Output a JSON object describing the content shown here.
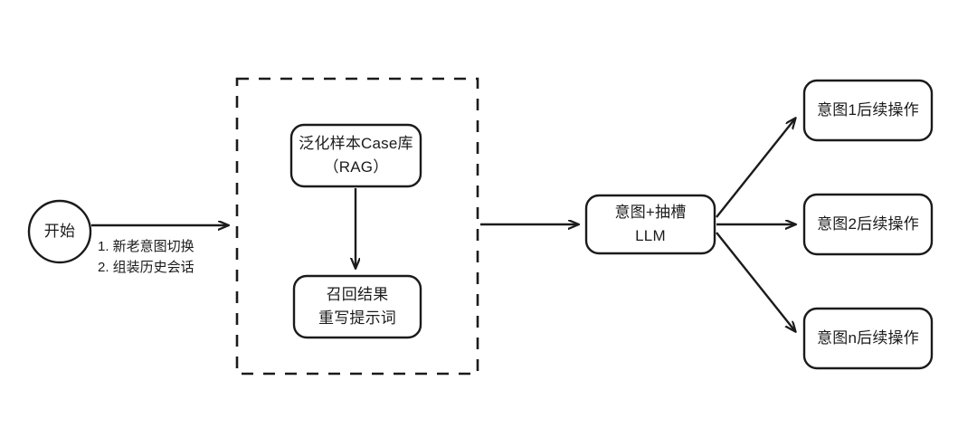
{
  "diagram": {
    "title": "intent-slot-llm-rag-flowchart",
    "background_color": "#ffffff",
    "stroke_color": "#1b1b1b",
    "text_color": "#1b1b1b",
    "nodes": {
      "start": {
        "shape": "circle",
        "label": "开始"
      },
      "rag_case_library": {
        "shape": "rounded-rect",
        "line1": "泛化样本Case库",
        "line2": "（RAG）"
      },
      "recall_rewrite": {
        "shape": "rounded-rect",
        "line1": "召回结果",
        "line2": "重写提示词"
      },
      "intent_slot_llm": {
        "shape": "rounded-rect",
        "line1": "意图+抽槽",
        "line2": "LLM"
      },
      "intent1": {
        "shape": "rounded-rect",
        "label": "意图1后续操作"
      },
      "intent2": {
        "shape": "rounded-rect",
        "label": "意图2后续操作"
      },
      "intentn": {
        "shape": "rounded-rect",
        "label": "意图n后续操作"
      }
    },
    "groups": {
      "dashed_container": {
        "style": "dashed",
        "label": ""
      }
    },
    "edges": {
      "start_to_container": {
        "line1": "1. 新老意图切换",
        "line2": "2. 组装历史会话"
      },
      "rag_to_recall": {
        "label": ""
      },
      "container_to_llm": {
        "label": ""
      },
      "llm_to_intent1": {
        "label": ""
      },
      "llm_to_intent2": {
        "label": ""
      },
      "llm_to_intentn": {
        "label": ""
      }
    }
  }
}
